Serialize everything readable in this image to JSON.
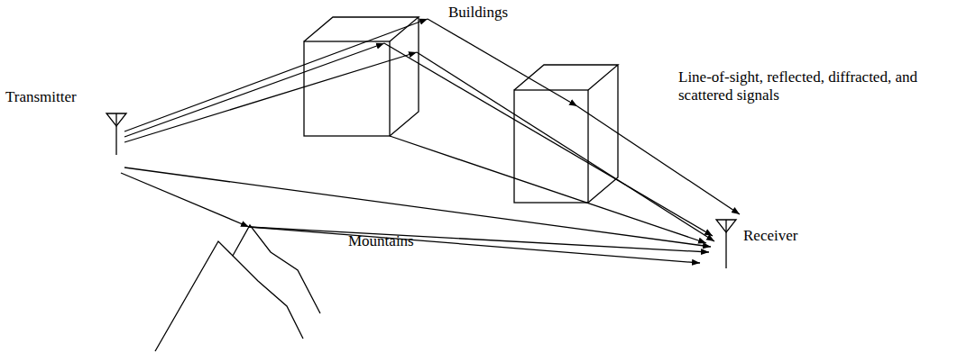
{
  "diagram": {
    "labels": [
      "Buildings",
      "Transmitter",
      "Line-of-sight, reflected, diffracted, and scattered signals",
      "Receiver",
      "Mountains"
    ]
  }
}
